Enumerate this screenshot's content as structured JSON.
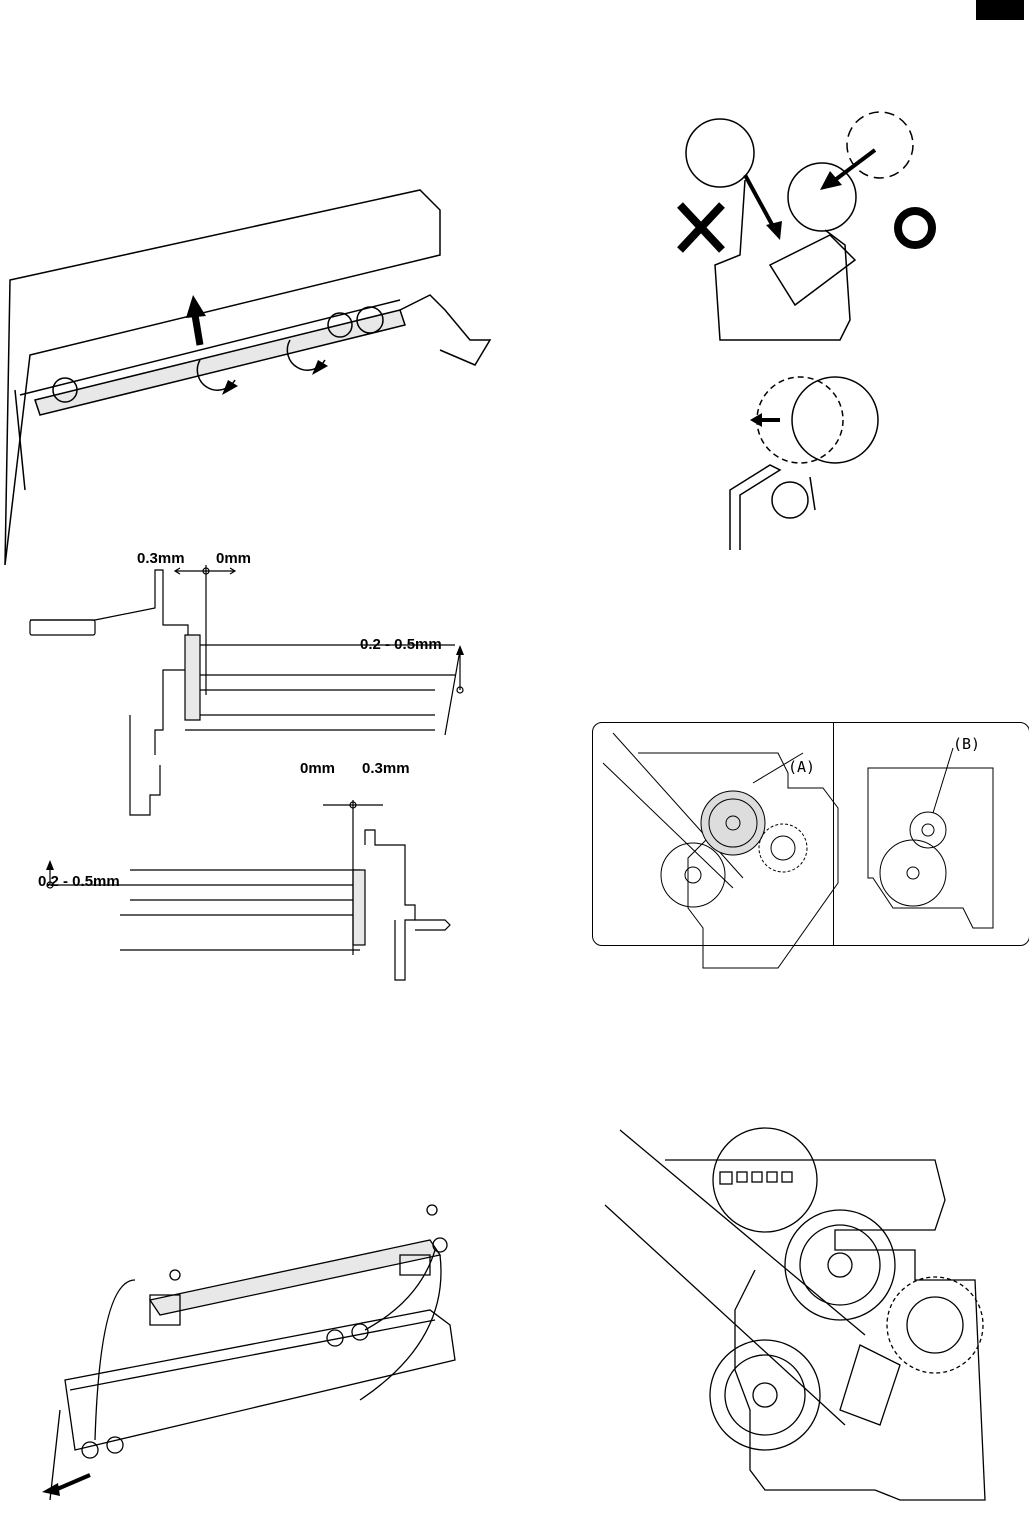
{
  "figures": {
    "clearance_top": {
      "left_gap": "0.3mm",
      "right_gap": "0mm",
      "tilt": "0.2 - 0.5mm"
    },
    "clearance_bottom": {
      "left_gap": "0mm",
      "right_gap": "0.3mm",
      "tilt": "0.2 - 0.5mm"
    },
    "gear_panel": {
      "label_a": "(A)",
      "label_b": "(B)"
    }
  },
  "colors": {
    "ink": "#000000",
    "shade": "#d8d8d8"
  }
}
